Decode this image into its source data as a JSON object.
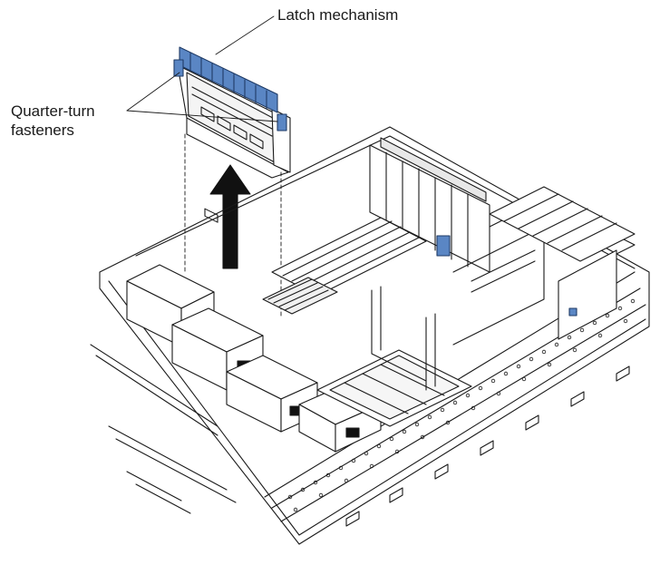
{
  "figure": {
    "callouts": {
      "latch": "Latch mechanism",
      "quarter_turn_line1": "Quarter-turn",
      "quarter_turn_line2": "fasteners"
    },
    "accent_blue": "#4f7fc0",
    "line_color": "#1a1a1a",
    "icons": [
      "up-arrow-icon"
    ]
  }
}
